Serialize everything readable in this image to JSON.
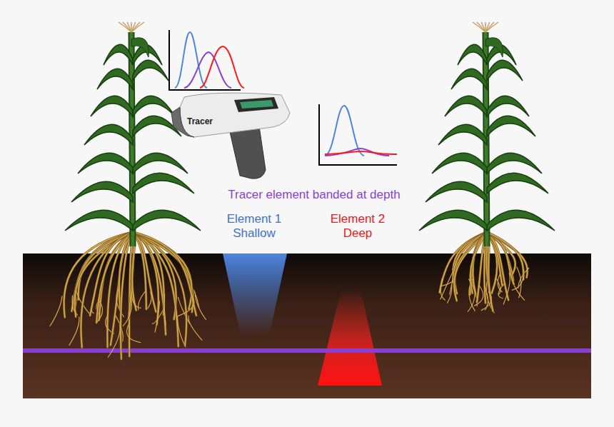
{
  "diagram": {
    "labels": [
      "Tracer",
      "Tracer element banded at depth",
      "Element 1 Shallow",
      "Element 2 Deep"
    ]
  }
}
